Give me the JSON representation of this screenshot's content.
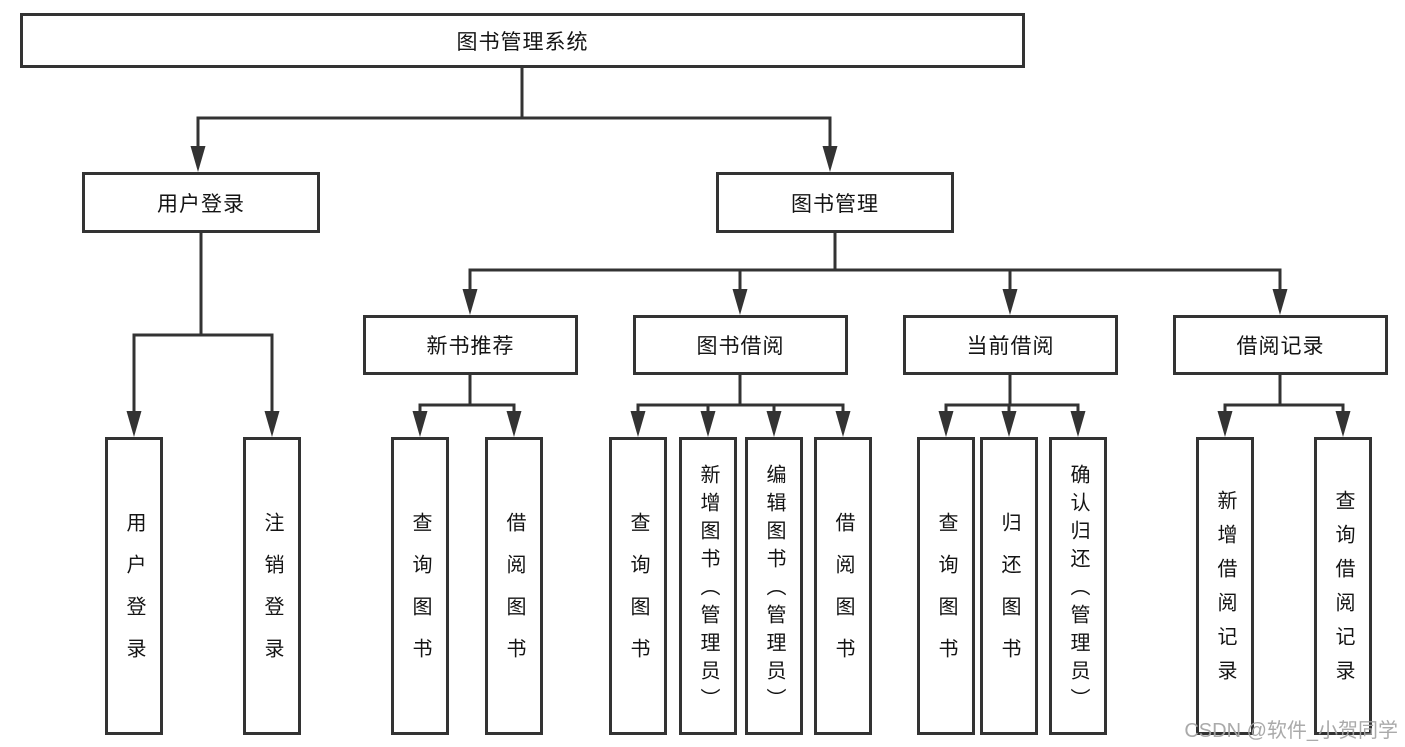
{
  "diagram": {
    "root": {
      "label": "图书管理系统"
    },
    "level2": [
      {
        "label": "用户登录"
      },
      {
        "label": "图书管理"
      }
    ],
    "level3": [
      {
        "label": "新书推荐"
      },
      {
        "label": "图书借阅"
      },
      {
        "label": "当前借阅"
      },
      {
        "label": "借阅记录"
      }
    ],
    "leaves": {
      "user": [
        "用户登录",
        "注销登录"
      ],
      "newbook": [
        "查询图书",
        "借阅图书"
      ],
      "borrow": [
        "查询图书",
        "新增图书（管理员）",
        "编辑图书（管理员）",
        "借阅图书"
      ],
      "current": [
        "查询图书",
        "归还图书",
        "确认归还（管理员）"
      ],
      "records": [
        "新增借阅记录",
        "查询借阅记录"
      ]
    },
    "line_color": "#333333",
    "watermark": {
      "text": "CSDN @软件_小贺同学"
    }
  }
}
